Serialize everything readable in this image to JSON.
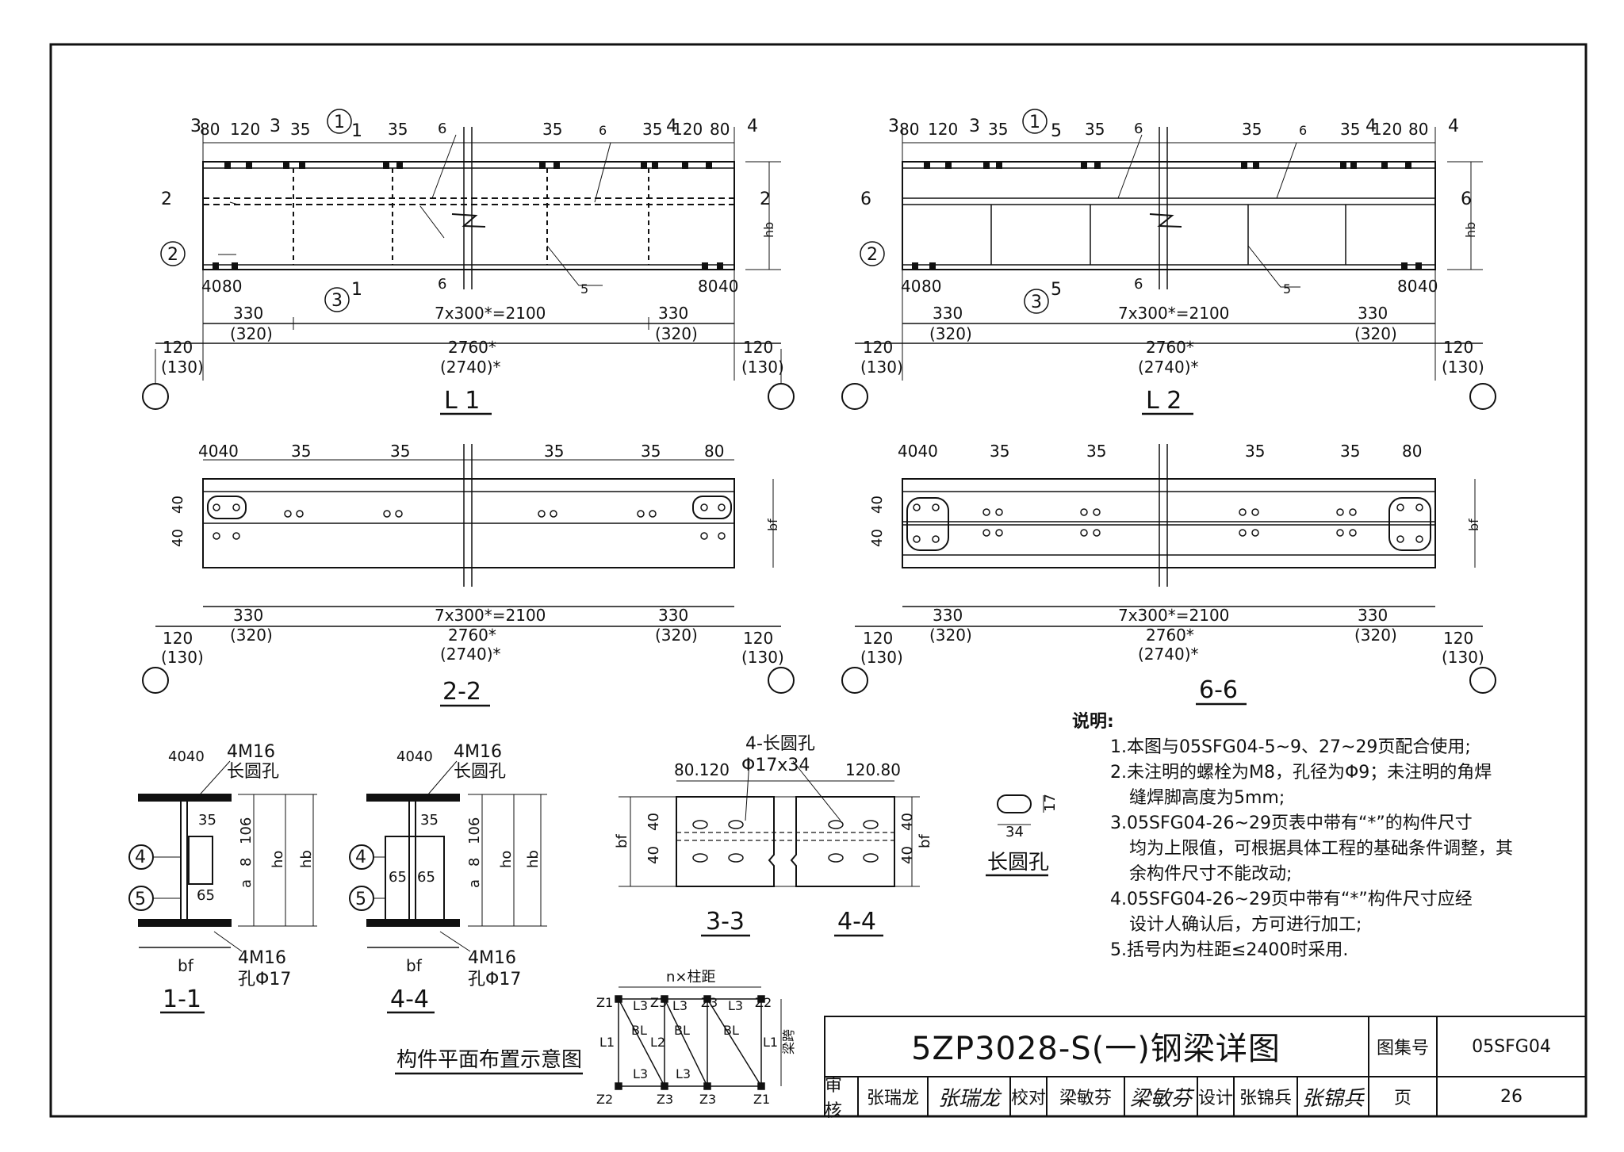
{
  "views": {
    "L1": {
      "title": "L 1",
      "markers": [
        "1",
        "2",
        "3"
      ],
      "sections": [
        "1",
        "2",
        "3",
        "4"
      ],
      "weld": [
        "6",
        "6",
        "6",
        "5"
      ]
    },
    "L2": {
      "title": "L 2",
      "markers": [
        "1",
        "2",
        "3"
      ],
      "sections": [
        "5",
        "6",
        "3",
        "4"
      ],
      "weld": [
        "6",
        "6",
        "6",
        "5"
      ]
    },
    "S22": {
      "title": "2-2"
    },
    "S66": {
      "title": "6-6"
    },
    "S11": {
      "title": "1-1"
    },
    "S44a": {
      "title": "4-4"
    },
    "S33": {
      "title": "3-3"
    },
    "S44b": {
      "title": "4-4"
    }
  },
  "dims": {
    "top_l": [
      "80",
      "120",
      "35",
      "35"
    ],
    "top_r": [
      "35",
      "35",
      "120",
      "80"
    ],
    "bot_l": [
      "40",
      "80"
    ],
    "bot_r": [
      "80",
      "40"
    ],
    "end": "330",
    "end_alt": "(320)",
    "mid": "7x300*=2100",
    "total": "2760*",
    "total_alt": "(2740)*",
    "edge": "120",
    "edge_alt": "(130)",
    "hb": "hb",
    "bf": "bf",
    "ho": "ho",
    "a": "a",
    "d40": "40",
    "d35": "35",
    "d65": "65",
    "d8": "8",
    "d106": "106",
    "d4040": "4040",
    "bolts_top": "4M16",
    "slot_label": "长圆孔",
    "bolts_bot": "4M16",
    "hole": "孔Φ17",
    "slot_count": "4-长圆孔",
    "slot_size": "Φ17x34",
    "slot_w": "34",
    "slot_h": "17",
    "slot_name": "长圆孔",
    "n_span": "n×柱距",
    "d2080": "80.120",
    "d12080": "120.80"
  },
  "layout_plan": {
    "title": "构件平面布置示意图",
    "labels": [
      "Z1",
      "L3",
      "Z3",
      "L3",
      "Z3",
      "L3",
      "Z2",
      "L1",
      "BL",
      "L2",
      "BL",
      "BL",
      "L1",
      "L3",
      "L3",
      "Z2",
      "Z3",
      "Z3",
      "Z1",
      "梁跨"
    ]
  },
  "notes": {
    "heading": "说明:",
    "items": [
      "1.本图与05SFG04-5~9、27~29页配合使用;",
      "2.未注明的螺栓为M8，孔径为Φ9；未注明的角焊",
      "缝焊脚高度为5mm;",
      "3.05SFG04-26~29页表中带有“*”的构件尺寸",
      "均为上限值，可根据具体工程的基础条件调整，其",
      "余构件尺寸不能改动;",
      "4.05SFG04-26~29页中带有“*”构件尺寸应经",
      "设计人确认后，方可进行加工;",
      "5.括号内为柱距≤2400时采用."
    ]
  },
  "title_block": {
    "title": "5ZP3028-S(一)钢梁详图",
    "atlas_label": "图集号",
    "atlas_no": "05SFG04",
    "page_label": "页",
    "page_no": "26",
    "review_label": "审核",
    "reviewer": "张瑞龙",
    "reviewer_sig": "张瑞龙",
    "check_label": "校对",
    "checker": "梁敏芬",
    "checker_sig": "梁敏芬",
    "design_label": "设计",
    "designer": "张锦兵",
    "designer_sig": "张锦兵"
  }
}
